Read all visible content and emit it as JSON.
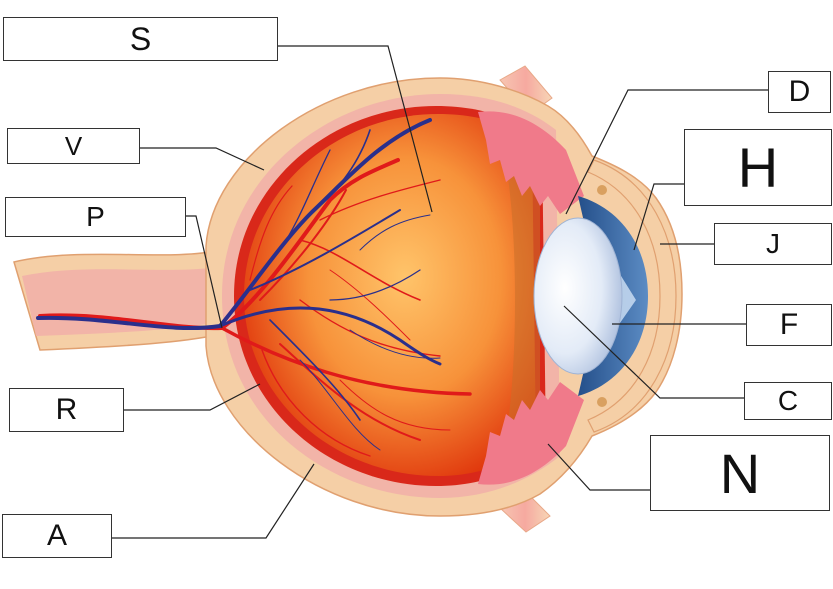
{
  "labels": {
    "S": "S",
    "V": "V",
    "P": "P",
    "R": "R",
    "A": "A",
    "D": "D",
    "H": "H",
    "J": "J",
    "F": "F",
    "C": "C",
    "N": "N"
  },
  "colors": {
    "sclera": "#f5cfa6",
    "sclera_stroke": "#e0a070",
    "choroid": "#f2b4a8",
    "retina_red": "#e01a1a",
    "vitreous_center": "#ffc060",
    "vitreous_edge": "#e0400a",
    "vein_blue": "#2a2f8c",
    "iris_blue": "#3c6fa8",
    "lens": "#dfe8f5",
    "ciliary_pink": "#f07a8a",
    "leader_line": "#222222"
  }
}
